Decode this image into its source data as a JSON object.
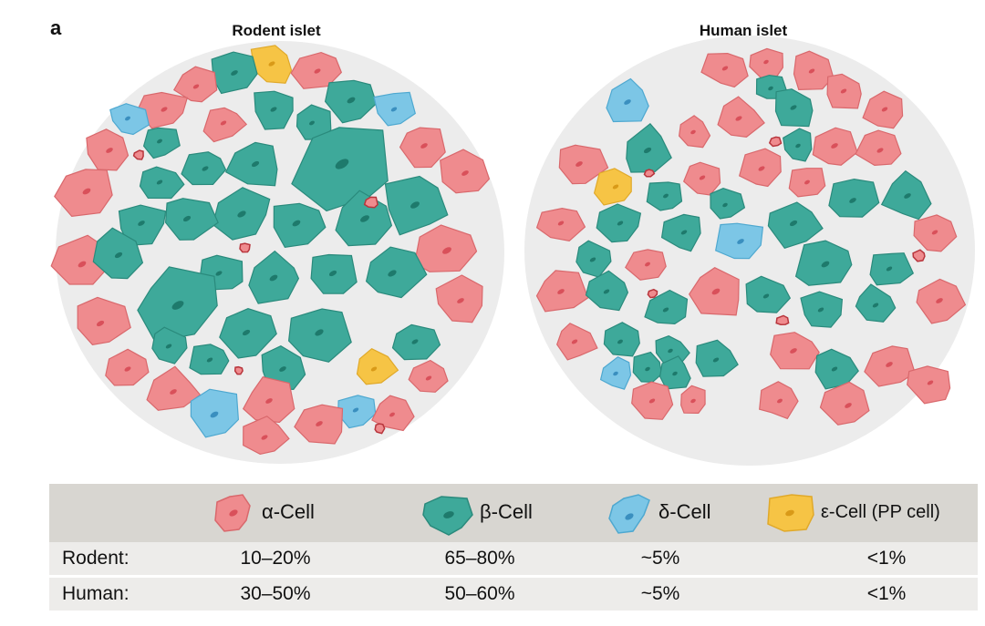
{
  "figure": {
    "panel_letter": "a",
    "islets": [
      {
        "title": "Rodent islet"
      },
      {
        "title": "Human islet"
      }
    ]
  },
  "colors": {
    "alpha": "#ef8b8e",
    "alpha_stroke": "#d9686c",
    "beta": "#3ea99a",
    "beta_stroke": "#2a8a7c",
    "delta": "#7cc6e6",
    "delta_stroke": "#4ea8d0",
    "epsilon": "#f6c445",
    "epsilon_stroke": "#e0a92a",
    "islet_bg": "#ececec",
    "header_bg": "#d8d6d1",
    "row_bg": "#edecea"
  },
  "table": {
    "legend": [
      {
        "label": "α-Cell",
        "icon": "alpha-cell-icon"
      },
      {
        "label": "β-Cell",
        "icon": "beta-cell-icon"
      },
      {
        "label": "δ-Cell",
        "icon": "delta-cell-icon"
      },
      {
        "label": "ε-Cell (PP cell)",
        "icon": "epsilon-cell-icon"
      }
    ],
    "rows": [
      {
        "label": "Rodent:",
        "values": [
          "10–20%",
          "65–80%",
          "~5%",
          "<1%"
        ]
      },
      {
        "label": "Human:",
        "values": [
          "30–50%",
          "50–60%",
          "~5%",
          "<1%"
        ]
      }
    ]
  }
}
